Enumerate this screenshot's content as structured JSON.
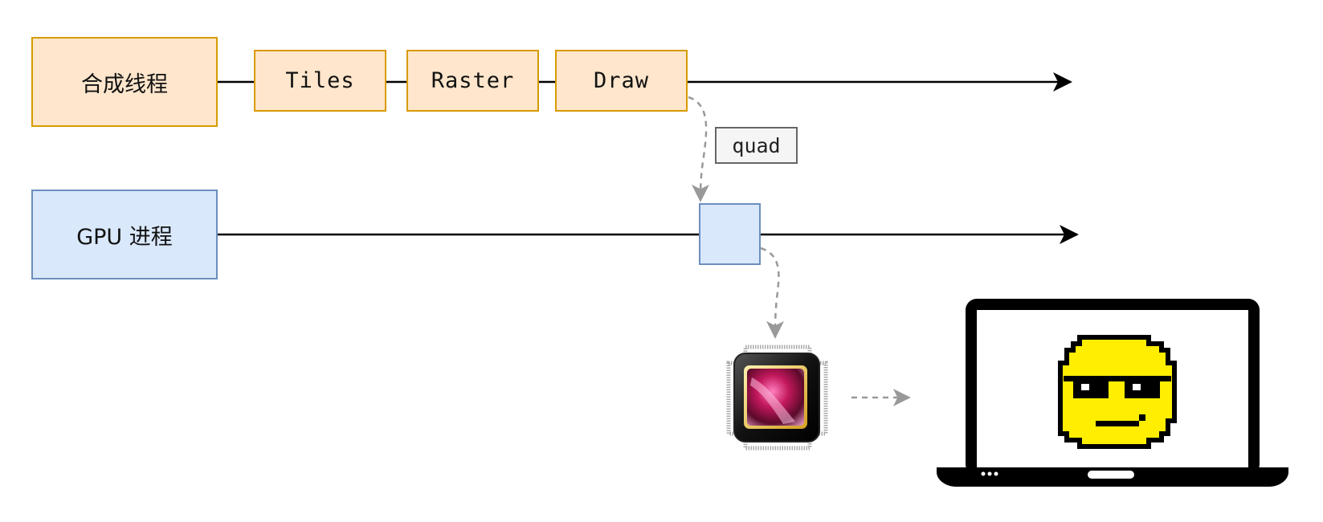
{
  "compositor": {
    "thread_label": "合成线程",
    "steps": [
      {
        "label": "Tiles"
      },
      {
        "label": "Raster"
      },
      {
        "label": "Draw"
      }
    ]
  },
  "transfer": {
    "label": "quad"
  },
  "gpu": {
    "process_label": "GPU 进程"
  },
  "colors": {
    "thread_fill": "#ffe6cc",
    "thread_border": "#d79b00",
    "gpu_fill": "#dae8fc",
    "gpu_border": "#6c8ebf",
    "arrow_dashed": "#999999"
  },
  "icons": [
    "gpu-chip-icon",
    "laptop-icon",
    "sunglasses-smiley-icon"
  ]
}
